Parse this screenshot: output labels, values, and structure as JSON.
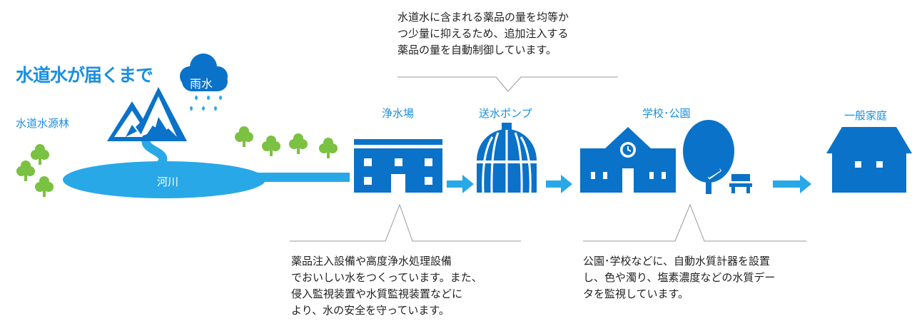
{
  "colors": {
    "dark_blue": "#0a72c8",
    "light_blue": "#29a8e8",
    "green": "#7bc142",
    "gray_line": "#999999",
    "text_blue": "#1a8fe0"
  },
  "title": "水道水が届くまで",
  "labels": {
    "rain": "雨水",
    "source_forest": "水道水源林",
    "river": "河川",
    "treatment_plant": "浄水場",
    "pump": "送水ポンプ",
    "school_park": "学校･公園",
    "household": "一般家庭"
  },
  "callouts": {
    "pump": [
      "水道水に含まれる薬品の量を均等か",
      "つ少量に抑えるため、追加注入する",
      "薬品の量を自動制御しています。"
    ],
    "plant": [
      "薬品注入設備や高度浄水処理設備",
      "でおいしい水をつくっています。また、",
      "侵入監視装置や水質監視装置などに",
      "より、水の安全を守っています。"
    ],
    "school": [
      "公園･学校などに、自動水質計器を設置",
      "し、色や濁り、塩素濃度などの水質デー",
      "タを監視しています。"
    ]
  },
  "icons": [
    "mountain-icon",
    "rain-cloud-icon",
    "tree-icon",
    "building-icon",
    "dome-pump-icon",
    "school-icon",
    "park-tree-icon",
    "bench-icon",
    "house-icon",
    "arrow-icon"
  ]
}
